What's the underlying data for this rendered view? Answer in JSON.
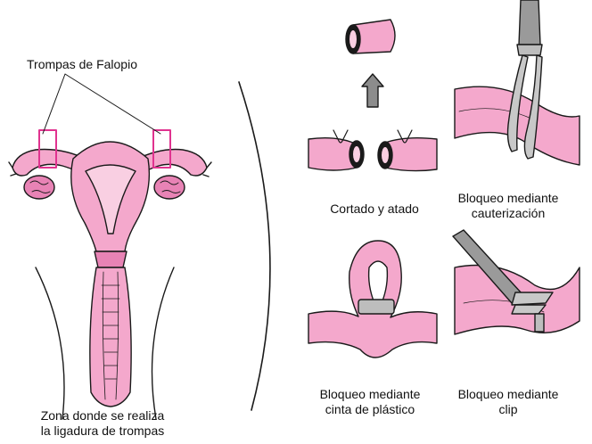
{
  "labels": {
    "fallopian_tubes": "Trompas de Falopio",
    "ligation_zone_line1": "Zona donde se realiza",
    "ligation_zone_line2": "la ligadura de trompas",
    "cut_tied": "Cortado y atado",
    "cauterization_line1": "Bloqueo mediante",
    "cauterization_line2": "cauterización",
    "plastic_band_line1": "Bloqueo mediante",
    "plastic_band_line2": "cinta de plástico",
    "clip_line1": "Bloqueo mediante",
    "clip_line2": "clip"
  },
  "colors": {
    "tissue_pink": "#f4a8cc",
    "tissue_light": "#f9cfe2",
    "tissue_dark": "#e883b5",
    "highlight_box": "#e0338f",
    "outline": "#1a1a1a",
    "instrument_gray": "#9a9a9a",
    "arrow_gray": "#8c8c8c"
  }
}
